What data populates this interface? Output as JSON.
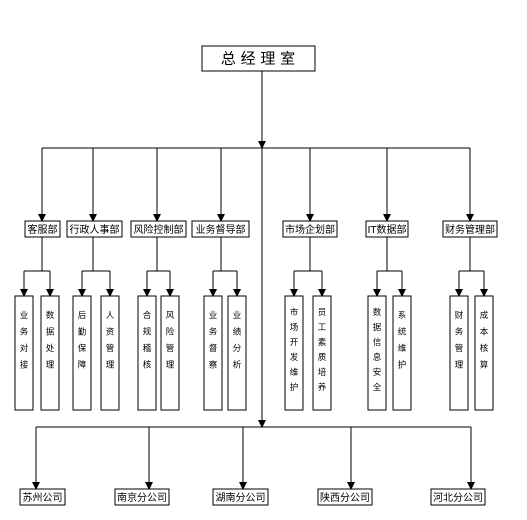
{
  "top": {
    "label": "总 经 理 室"
  },
  "departments": [
    {
      "name": "客服部",
      "subs": [
        "业务对接",
        "数据处理"
      ]
    },
    {
      "name": "行政人事部",
      "subs": [
        "后勤保障",
        "人资管理"
      ]
    },
    {
      "name": "风险控制部",
      "subs": [
        "合规稽核",
        "风险管理"
      ]
    },
    {
      "name": "业务督导部",
      "subs": [
        "业务督察",
        "业绩分析"
      ]
    },
    {
      "name": "市场企划部",
      "subs": [
        "市场开发维护",
        "员工素质培养"
      ]
    },
    {
      "name": "IT数据部",
      "subs": [
        "数据信息安全",
        "系统维护"
      ]
    },
    {
      "name": "财务管理部",
      "subs": [
        "财务管理",
        "成本核算"
      ]
    }
  ],
  "branches": [
    "苏州公司",
    "南京分公司",
    "湖南分公司",
    "陕西分公司",
    "河北分公司"
  ]
}
